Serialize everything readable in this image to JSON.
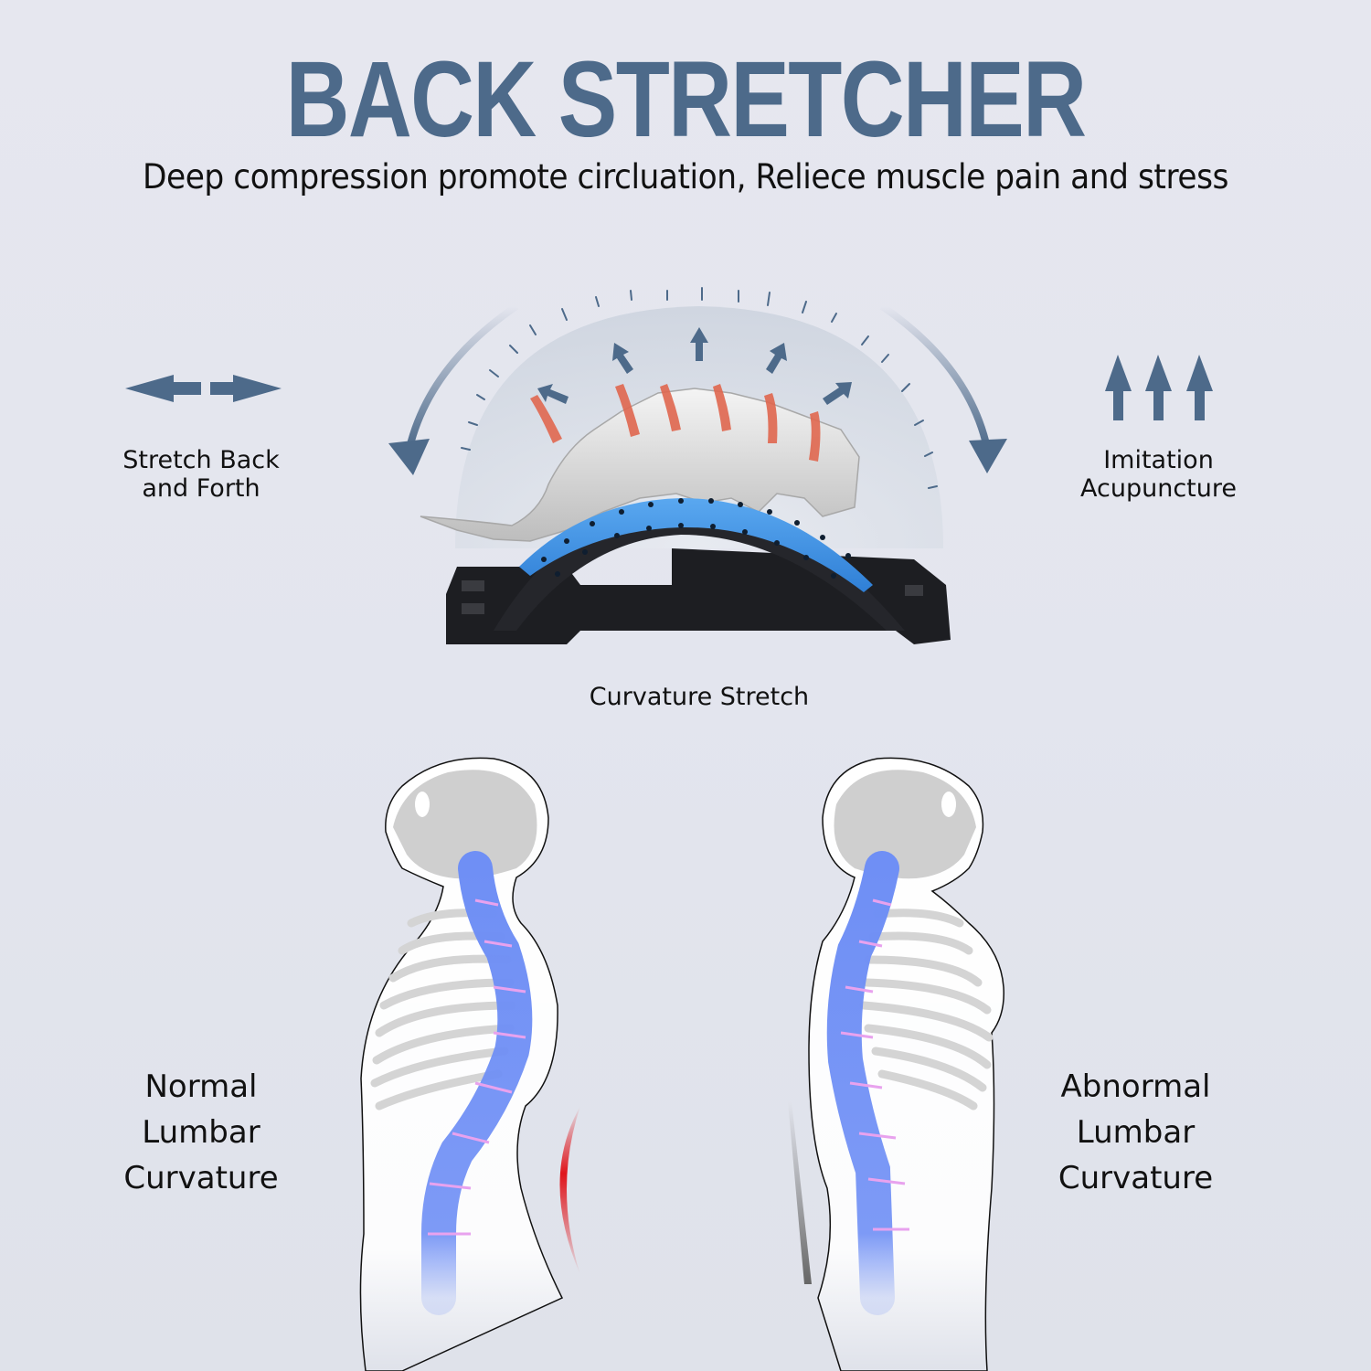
{
  "header": {
    "title": "BACK STRETCHER",
    "subtitle": "Deep compression promote circluation, Reliece muscle pain and stress"
  },
  "features": [
    {
      "id": "stretch",
      "icon": "double-horizontal-arrow-icon",
      "line1": "Stretch Back",
      "line2": "and Forth"
    },
    {
      "id": "curvature",
      "icon": "back-stretcher-product",
      "line1": "Curvature Stretch"
    },
    {
      "id": "acupuncture",
      "icon": "triple-up-arrow-icon",
      "line1": "Imitation",
      "line2": "Acupuncture"
    }
  ],
  "comparison": {
    "left": {
      "line1": "Normal",
      "line2": "Lumbar",
      "line3": "Curvature",
      "indicator_color": "#e0151b"
    },
    "right": {
      "line1": "Abnormal",
      "line2": "Lumbar",
      "line3": "Curvature",
      "indicator_color": "#777777"
    }
  },
  "colors": {
    "accent": "#4d6a8a",
    "background": "#e4e6ee",
    "stretcher_blue": "#3d8fe0",
    "spine_blue": "#6f8ff5",
    "disc_red": "#e0674f"
  }
}
